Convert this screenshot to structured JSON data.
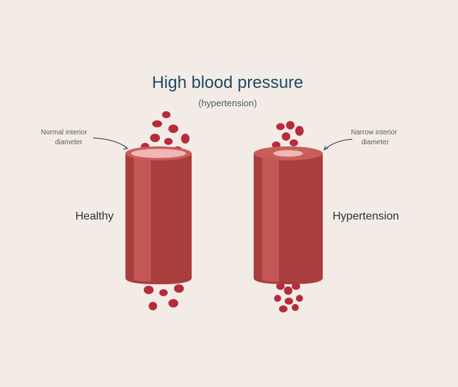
{
  "title": "High blood pressure",
  "subtitle": "(hypertension)",
  "annotations": {
    "left": {
      "line1": "Normal interior",
      "line2": "diameter"
    },
    "right": {
      "line1": "Narrow interior",
      "line2": "diameter"
    }
  },
  "vessels": {
    "left_label": "Healthy",
    "right_label": "Hypertension"
  },
  "colors": {
    "background": "#f3ece6",
    "vessel_dark": "#a93e3e",
    "vessel_light": "#c65a56",
    "vessel_top": "#c95d5a",
    "lumen": "#efb7b6",
    "cell": "#b52c3d"
  }
}
